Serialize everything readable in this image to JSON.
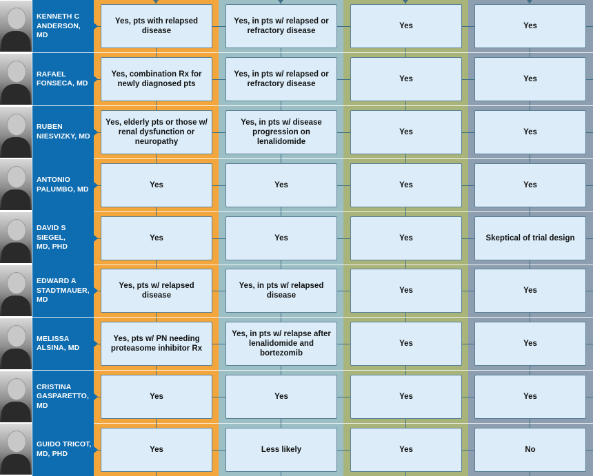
{
  "colors": {
    "name_panel": "#0e6cb0",
    "col_orange": "#f3a63c",
    "col_teal": "#9cbfc6",
    "col_olive": "#a9b47a",
    "col_slate": "#8d9eb0",
    "cell_fill": "#dcedf9"
  },
  "rows": [
    {
      "name": "KENNETH C\nANDERSON, MD",
      "answers": [
        "Yes, pts with relapsed disease",
        "Yes, in pts w/ relapsed or refractory disease",
        "Yes",
        "Yes"
      ]
    },
    {
      "name": "RAFAEL\nFONSECA, MD",
      "answers": [
        "Yes, combination Rx for newly diagnosed pts",
        "Yes, in pts w/ relapsed or refractory disease",
        "Yes",
        "Yes"
      ]
    },
    {
      "name": "RUBEN\nNIESVIZKY, MD",
      "answers": [
        "Yes, elderly pts or those w/ renal dysfunction or neuropathy",
        "Yes, in pts w/ disease progression on lenalidomide",
        "Yes",
        "Yes"
      ]
    },
    {
      "name": "ANTONIO\nPALUMBO, MD",
      "answers": [
        "Yes",
        "Yes",
        "Yes",
        "Yes"
      ]
    },
    {
      "name": "DAVID S\nSIEGEL,\nMD, PHD",
      "answers": [
        "Yes",
        "Yes",
        "Yes",
        "Skeptical of trial design"
      ]
    },
    {
      "name": "EDWARD A\nSTADTMAUER,\nMD",
      "answers": [
        "Yes, pts w/ relapsed disease",
        "Yes, in pts w/ relapsed disease",
        "Yes",
        "Yes"
      ]
    },
    {
      "name": "MELISSA\nALSINA, MD",
      "answers": [
        "Yes, pts w/ PN needing proteasome inhibitor Rx",
        "Yes, in pts w/ relapse after lenalidomide and bortezomib",
        "Yes",
        "Yes"
      ]
    },
    {
      "name": "CRISTINA\nGASPARETTO,\nMD",
      "answers": [
        "Yes",
        "Yes",
        "Yes",
        "Yes"
      ]
    },
    {
      "name": "GUIDO TRICOT,\nMD, PHD",
      "answers": [
        "Yes",
        "Less likely",
        "Yes",
        "No"
      ]
    }
  ]
}
